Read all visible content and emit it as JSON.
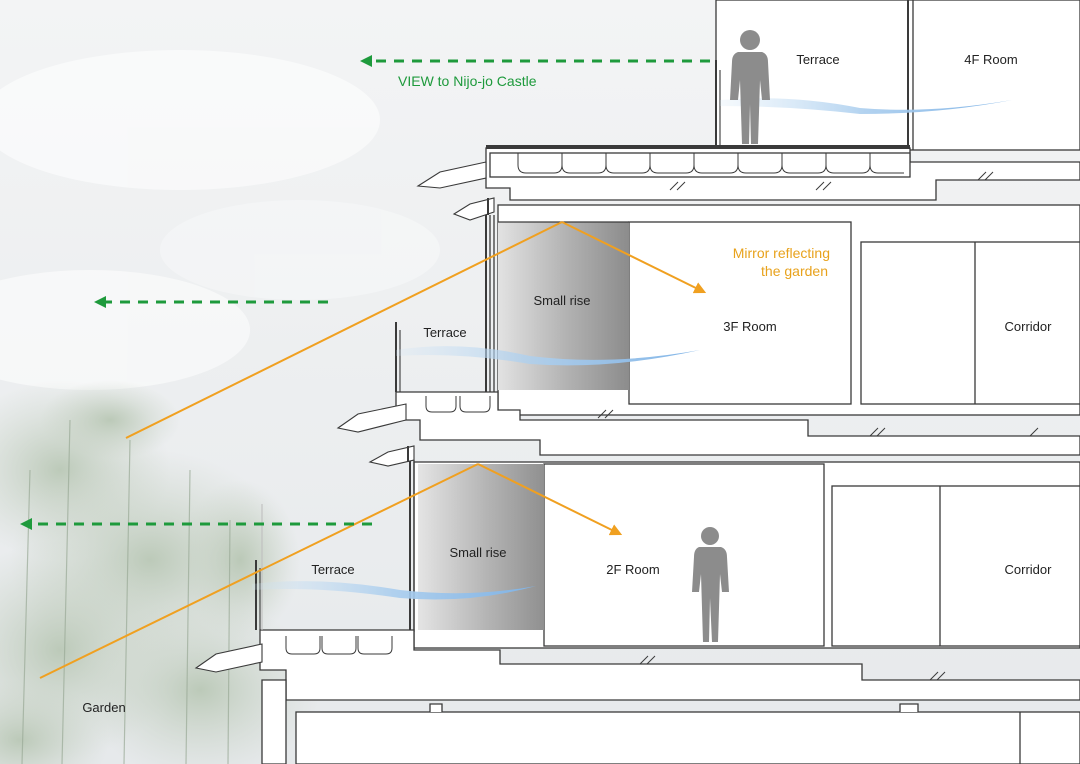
{
  "labels": {
    "view_to_castle": "VIEW to Nijo-jo Castle",
    "mirror_reflecting": [
      "Mirror reflecting",
      "the garden"
    ],
    "terrace_4f": "Terrace",
    "room_4f": "4F Room",
    "small_rise_3f": "Small rise",
    "terrace_3f": "Terrace",
    "room_3f": "3F Room",
    "corridor_3f": "Corridor",
    "small_rise_2f": "Small rise",
    "terrace_2f": "Terrace",
    "room_2f": "2F Room",
    "corridor_2f": "Corridor",
    "garden": "Garden"
  },
  "colors": {
    "sky": "#eef0f2",
    "line": "#3a3a3a",
    "view_arrow": "#1e9a3c",
    "mirror_arrow": "#f0a020",
    "mirror_label": "#e8a21c",
    "breeze": "#9cc6ea",
    "person": "#8c8c8c",
    "foliage": "#a9b9a6"
  },
  "icons": [
    "person-silhouette-icon",
    "dashed-view-arrow-icon",
    "reflection-arrow-icon",
    "breeze-icon"
  ]
}
